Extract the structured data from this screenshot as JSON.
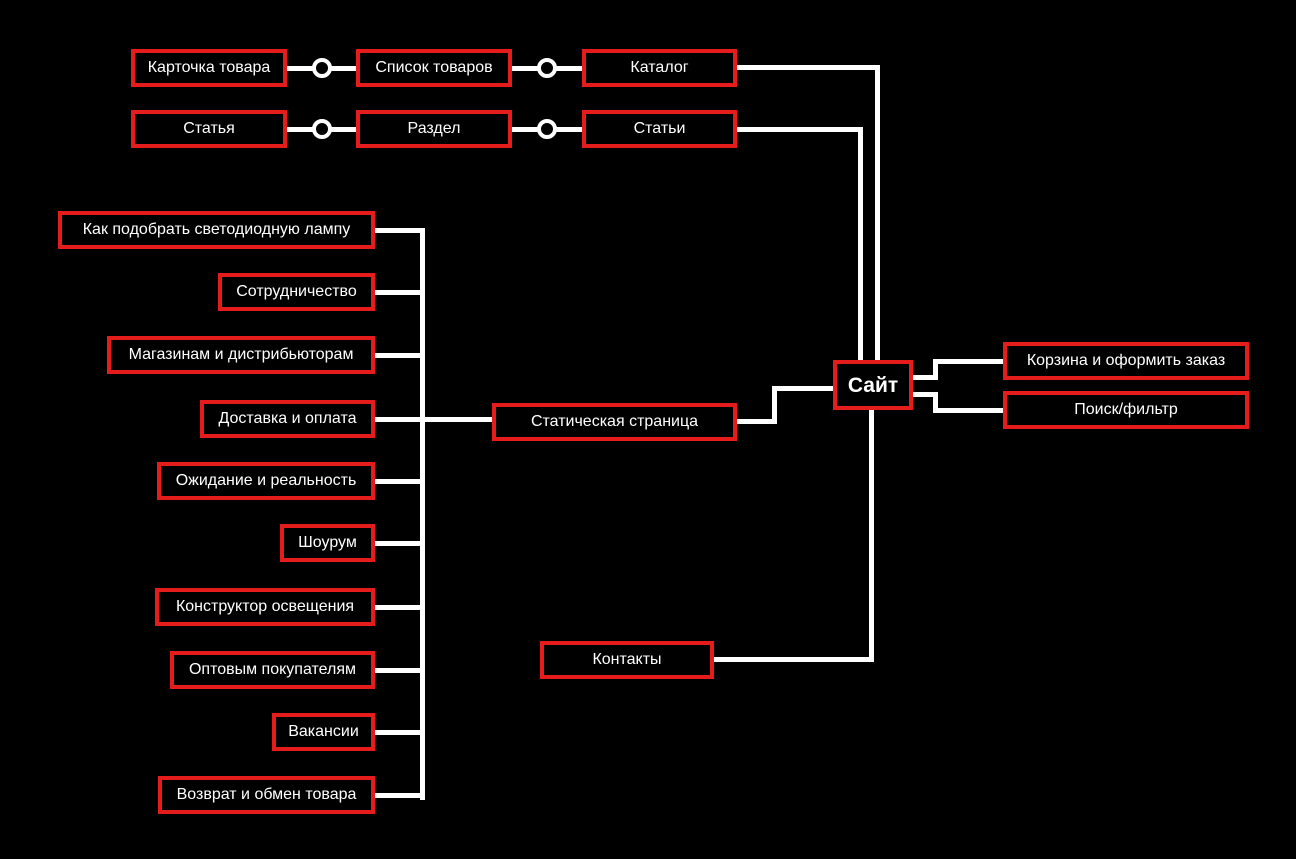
{
  "diagram": {
    "type": "sitemap-flowchart",
    "language": "ru",
    "colors": {
      "background": "#000000",
      "node_border": "#e41c1c",
      "node_fill": "#000000",
      "text": "#ffffff",
      "edge": "#ffffff"
    },
    "nodes": {
      "product_card": {
        "label": "Карточка товара"
      },
      "product_list": {
        "label": "Список товаров"
      },
      "catalog": {
        "label": "Каталог"
      },
      "article": {
        "label": "Статья"
      },
      "section": {
        "label": "Раздел"
      },
      "articles": {
        "label": "Статьи"
      },
      "how_to_choose": {
        "label": "Как подобрать светодиодную лампу"
      },
      "cooperation": {
        "label": "Сотрудничество"
      },
      "shops_distrib": {
        "label": "Магазинам и дистрибьюторам"
      },
      "delivery": {
        "label": "Доставка и оплата"
      },
      "expectation": {
        "label": "Ожидание и реальность"
      },
      "showroom": {
        "label": "Шоурум"
      },
      "constructor": {
        "label": "Конструктор освещения"
      },
      "wholesale": {
        "label": "Оптовым покупателям"
      },
      "vacancies": {
        "label": "Вакансии"
      },
      "returns": {
        "label": "Возврат и обмен товара"
      },
      "static_page": {
        "label": "Статическая страница"
      },
      "site": {
        "label": "Сайт"
      },
      "cart_checkout": {
        "label": "Корзина и оформить заказ"
      },
      "search_filter": {
        "label": "Поиск/фильтр"
      },
      "contacts": {
        "label": "Контакты"
      }
    },
    "edges": [
      "product_card - product_list (circle connector)",
      "product_list - catalog (circle connector)",
      "article - section (circle connector)",
      "section - articles (circle connector)",
      "catalog - site",
      "articles - site",
      "how_to_choose - static_page spine",
      "cooperation - static_page spine",
      "shops_distrib - static_page spine",
      "delivery - static_page spine",
      "expectation - static_page spine",
      "showroom - static_page spine",
      "constructor - static_page spine",
      "wholesale - static_page spine",
      "vacancies - static_page spine",
      "returns - static_page spine",
      "static_page - site",
      "site - cart_checkout",
      "site - search_filter",
      "site - contacts"
    ]
  }
}
